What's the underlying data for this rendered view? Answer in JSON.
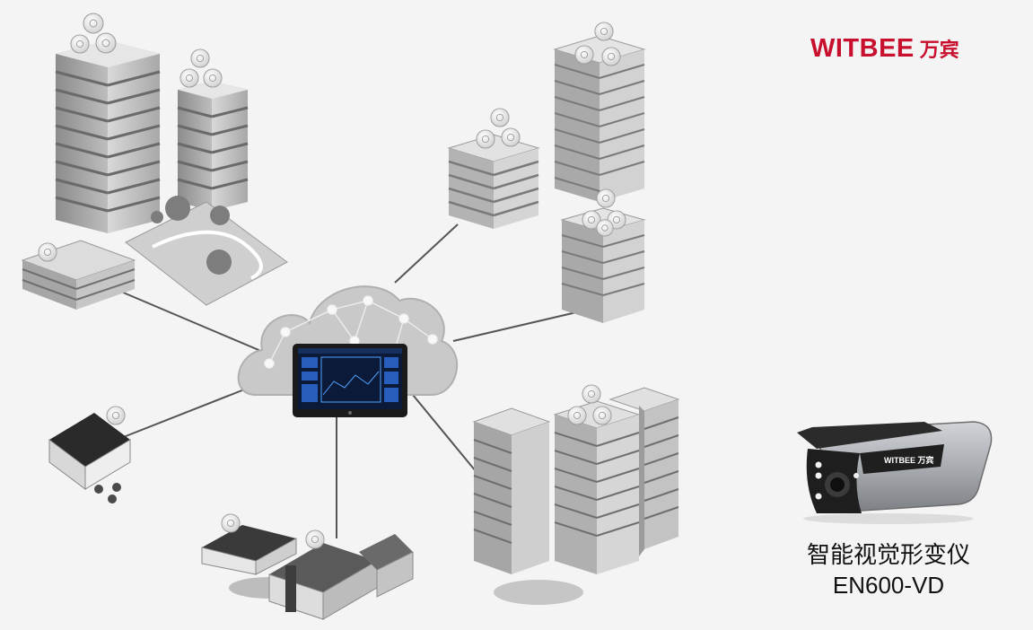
{
  "brand": {
    "name": "WITBEE",
    "name_cn": "万宾",
    "color": "#c8102e"
  },
  "camera": {
    "label": "WITBEE 万宾"
  },
  "product": {
    "name": "智能视觉形变仪",
    "model": "EN600-VD"
  },
  "icons": [
    "cloud-icon",
    "tablet-dashboard-icon",
    "wireless-sensor-icon",
    "building-icon",
    "house-icon",
    "tree-icon",
    "bullet-camera-icon"
  ]
}
